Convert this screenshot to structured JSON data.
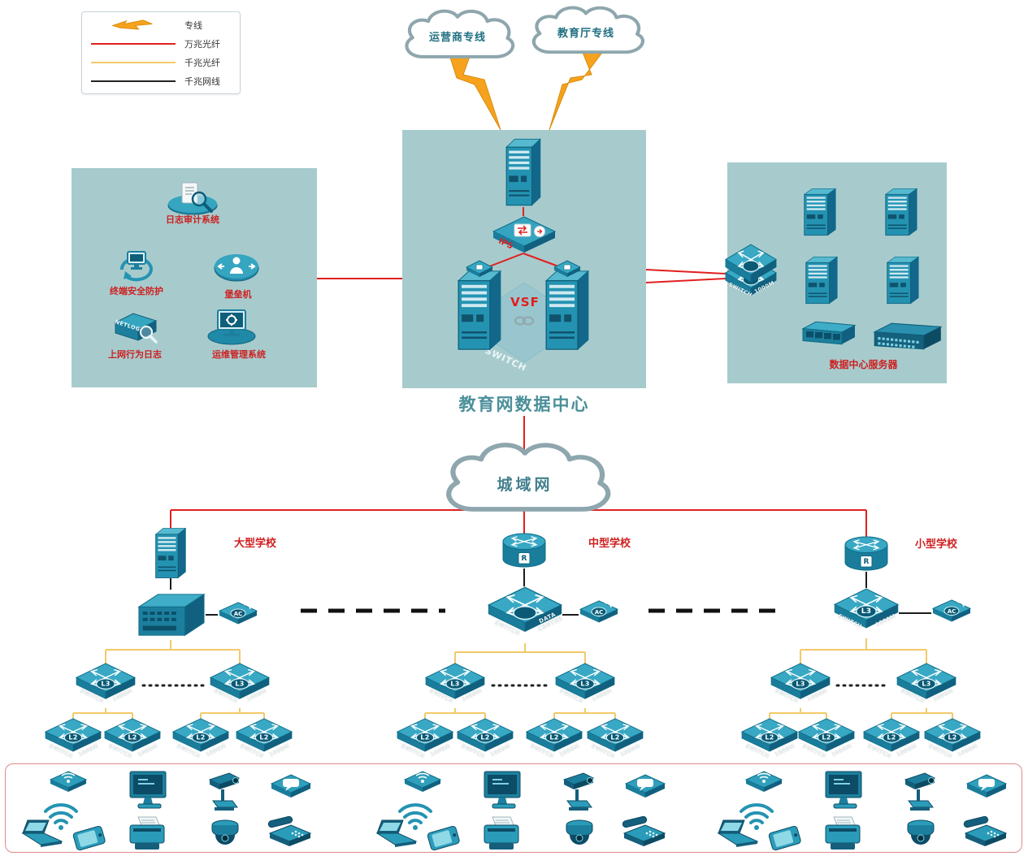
{
  "legend": {
    "items": [
      {
        "label": "专线"
      },
      {
        "label": "万兆光纤"
      },
      {
        "label": "千兆光纤"
      },
      {
        "label": "千兆网线"
      }
    ]
  },
  "clouds": {
    "carrier": "运营商专线",
    "education": "教育厅专线",
    "man": "城域网"
  },
  "datacenter": {
    "title": "教育网数据中心",
    "ips": "IPS",
    "vsf": "VSF",
    "big_switch": "SWITCH"
  },
  "security": {
    "audit": "日志审计系统",
    "endpoint": "终端安全防护",
    "bastion": "堡垒机",
    "netlog": "NETLOG",
    "weblog": "上网行为日志",
    "ops": "运维管理系统"
  },
  "servers": {
    "title": "数据中心服务器",
    "switch_word": "SWITCH",
    "speed": "1000M"
  },
  "schools": {
    "large": "大型学校",
    "medium": "中型学校",
    "small": "小型学校",
    "core_switch_word": "SWITCH",
    "core_dc_word": "DATA CENTER"
  },
  "device": {
    "l3": "L3",
    "l2": "L2",
    "ac": "AC",
    "router": "R",
    "switch_word": "SWITCH",
    "speed": "1000M"
  },
  "colors": {
    "line_10g_fiber": "#e02020",
    "line_1g_fiber": "#f2c96a",
    "line_1g_copper": "#1c1c1c",
    "zone_bg": "#a7cbcd",
    "device_teal": "#2493b2",
    "label_red": "#cf1f1f"
  }
}
